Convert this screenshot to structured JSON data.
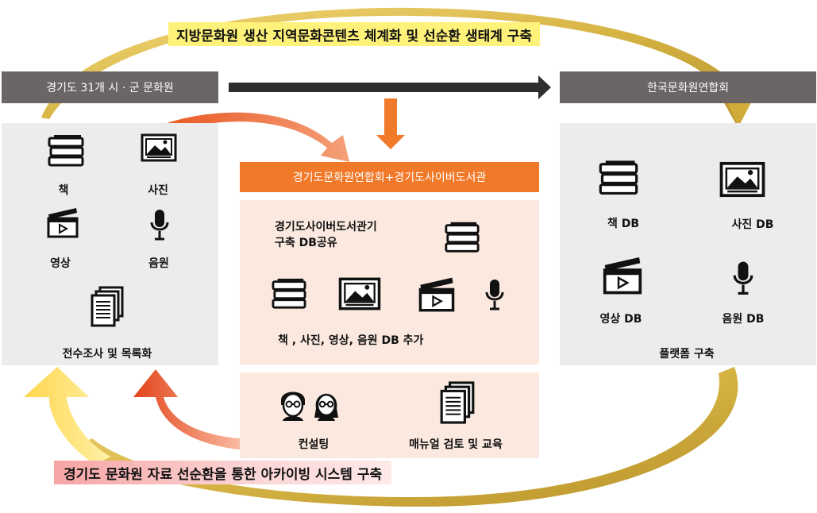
{
  "top_banner": "지방문화원 생산 지역문화콘텐츠 체계화 및 선순환 생태계 구축",
  "bottom_banner": "경기도 문화원 자료 선순환을 통한 아카이빙 시스템 구축",
  "left": {
    "header": "경기도 31개 시 · 군 문화원",
    "items": {
      "book": "책",
      "photo": "사진",
      "video": "영상",
      "audio": "음원",
      "survey": "전수조사 및 목록화"
    }
  },
  "center": {
    "header": "경기도문화원연합회+경기도사이버도서관",
    "line1": "경기도사이버도서관기",
    "line2": "구축 DB공유",
    "db_add": "책 , 사진, 영상, 음원 DB 추가",
    "consulting": "컨설팅",
    "manual": "매뉴얼 검토 및 교육"
  },
  "right": {
    "header": "한국문화원연합회",
    "items": {
      "book": "책 DB",
      "photo": "사진 DB",
      "video": "영상 DB",
      "audio": "음원 DB",
      "platform": "플랫폼 구축"
    }
  },
  "colors": {
    "header_gray": "#6b6565",
    "center_orange": "#f07a2a",
    "gold": "#c9a227",
    "yellow_arrow": "#ffd85a",
    "red_arrow": "#e14a1e"
  }
}
